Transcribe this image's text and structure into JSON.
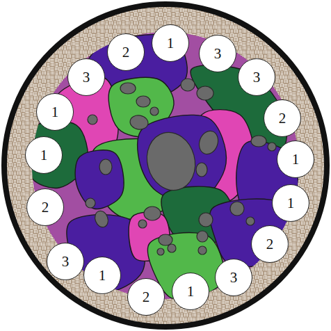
{
  "diagram": {
    "nodes": [
      {
        "text": [
          "1"
        ]
      },
      {
        "text": [
          "2"
        ]
      },
      {
        "text": [
          "3"
        ]
      },
      {
        "text": [
          "3"
        ]
      },
      {
        "text": [
          "3"
        ]
      },
      {
        "text": [
          "1"
        ]
      },
      {
        "text": [
          "2"
        ]
      },
      {
        "text": [
          "1"
        ]
      },
      {
        "text": [
          "1"
        ]
      },
      {
        "text": [
          "1"
        ]
      },
      {
        "text": [
          "2"
        ]
      },
      {
        "text": [
          "2"
        ]
      },
      {
        "text": [
          "3"
        ]
      },
      {
        "text": [
          "1"
        ]
      },
      {
        "text": [
          "3"
        ]
      },
      {
        "text": [
          "1"
        ]
      },
      {
        "text": [
          "2"
        ]
      }
    ]
  }
}
